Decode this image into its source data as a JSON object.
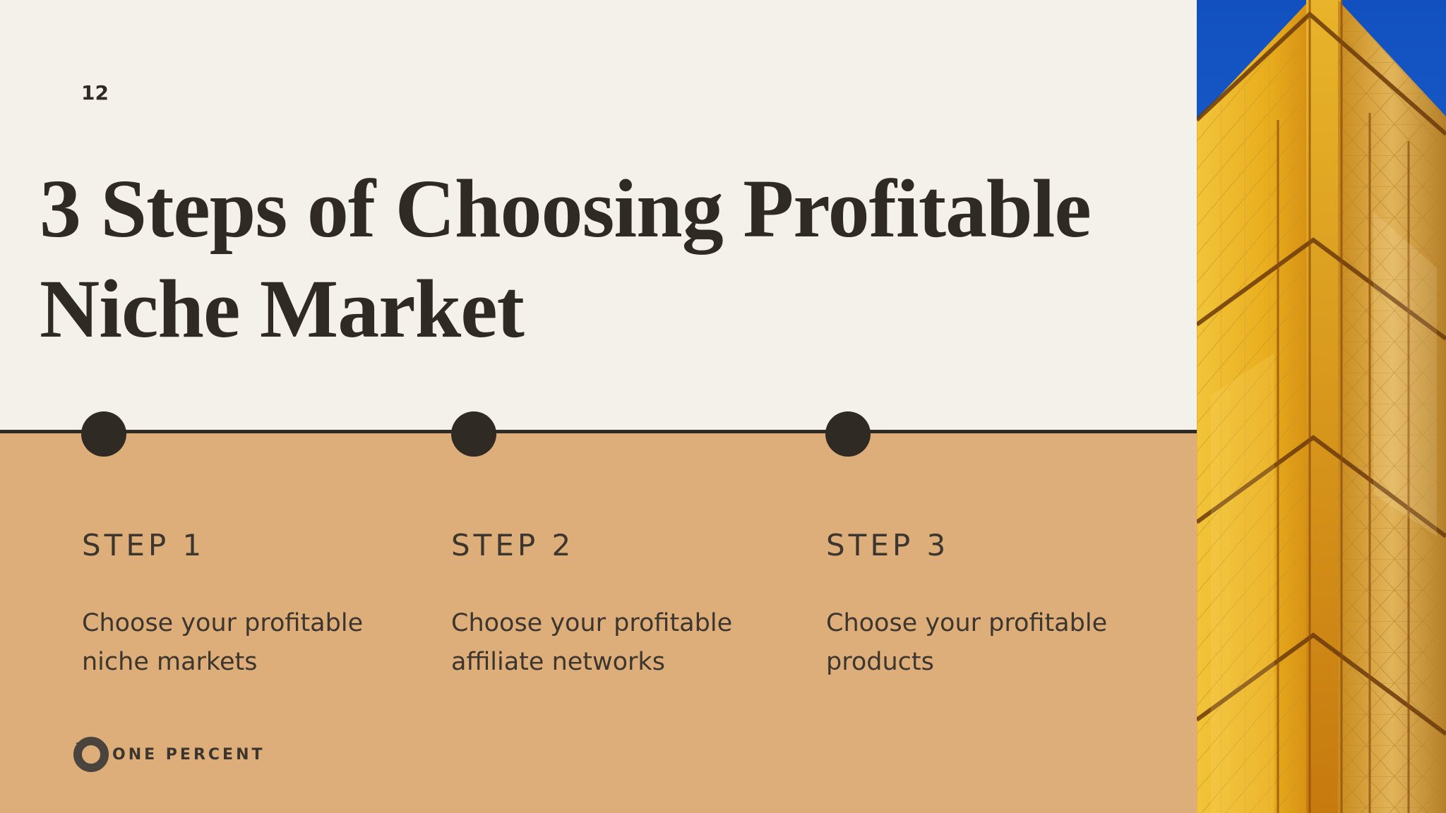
{
  "slide": {
    "page_number": "12",
    "title_lines": [
      "3 Steps of Choosing Profitable",
      "Niche Market"
    ],
    "steps": [
      {
        "label": "STEP 1",
        "desc_lines": [
          "Choose your profitable",
          "niche markets"
        ]
      },
      {
        "label": "STEP 2",
        "desc_lines": [
          "Choose your profitable",
          "affiliate networks"
        ]
      },
      {
        "label": "STEP 3",
        "desc_lines": [
          "Choose your profitable",
          "products"
        ]
      }
    ],
    "logo_text": "ONE PERCENT"
  },
  "colors": {
    "background_light": "#F4F1EB",
    "background_tan": "#DDAE79",
    "text_dark": "#2F2A24",
    "sky_blue": "#1E63C8",
    "gold": "#E8A919"
  },
  "icons": {
    "logo": "circle-logo-icon",
    "timeline_marker": "dot-icon"
  }
}
